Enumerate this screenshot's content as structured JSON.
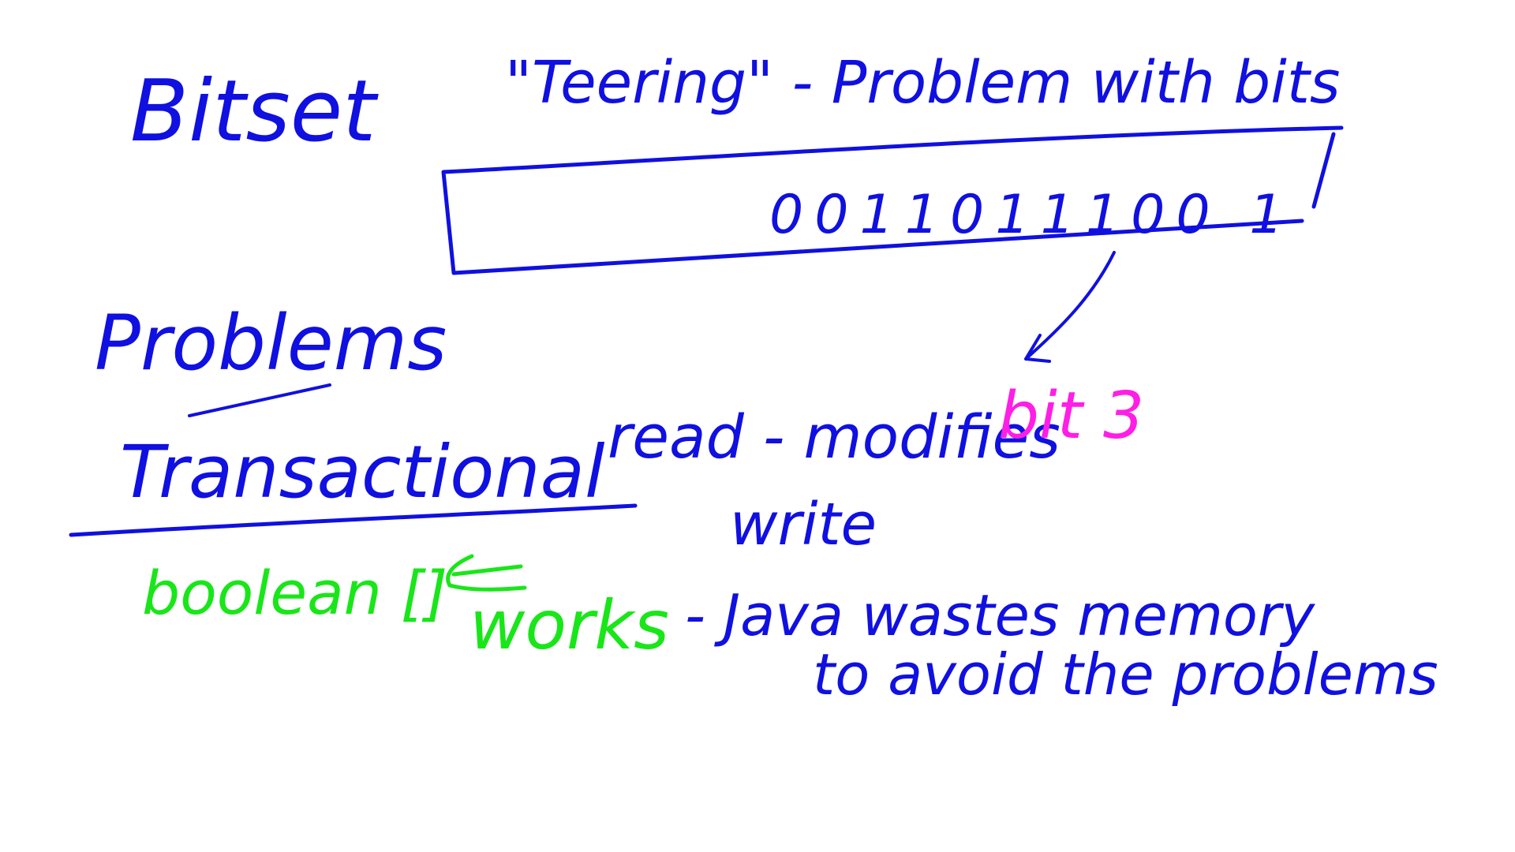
{
  "colors": {
    "blue_ink": "#1010e0",
    "green_ink": "#19e619",
    "magenta_ink": "#ff1ee6",
    "background": "#ffffff"
  },
  "notes": {
    "heading_bitset": "Bitset",
    "heading_tearing": "\"Teering\" - Problem with bits",
    "bit_row": "0011011100 1",
    "heading_problems": "Problems",
    "label_transactional": "Transactional",
    "label_read": "read - modifies",
    "label_bit3": "bit 3",
    "label_write": "write",
    "label_boolean": "boolean []",
    "label_works": "works",
    "label_java_line1": "- Java wastes memory",
    "label_java_line2": "to avoid the problems"
  }
}
